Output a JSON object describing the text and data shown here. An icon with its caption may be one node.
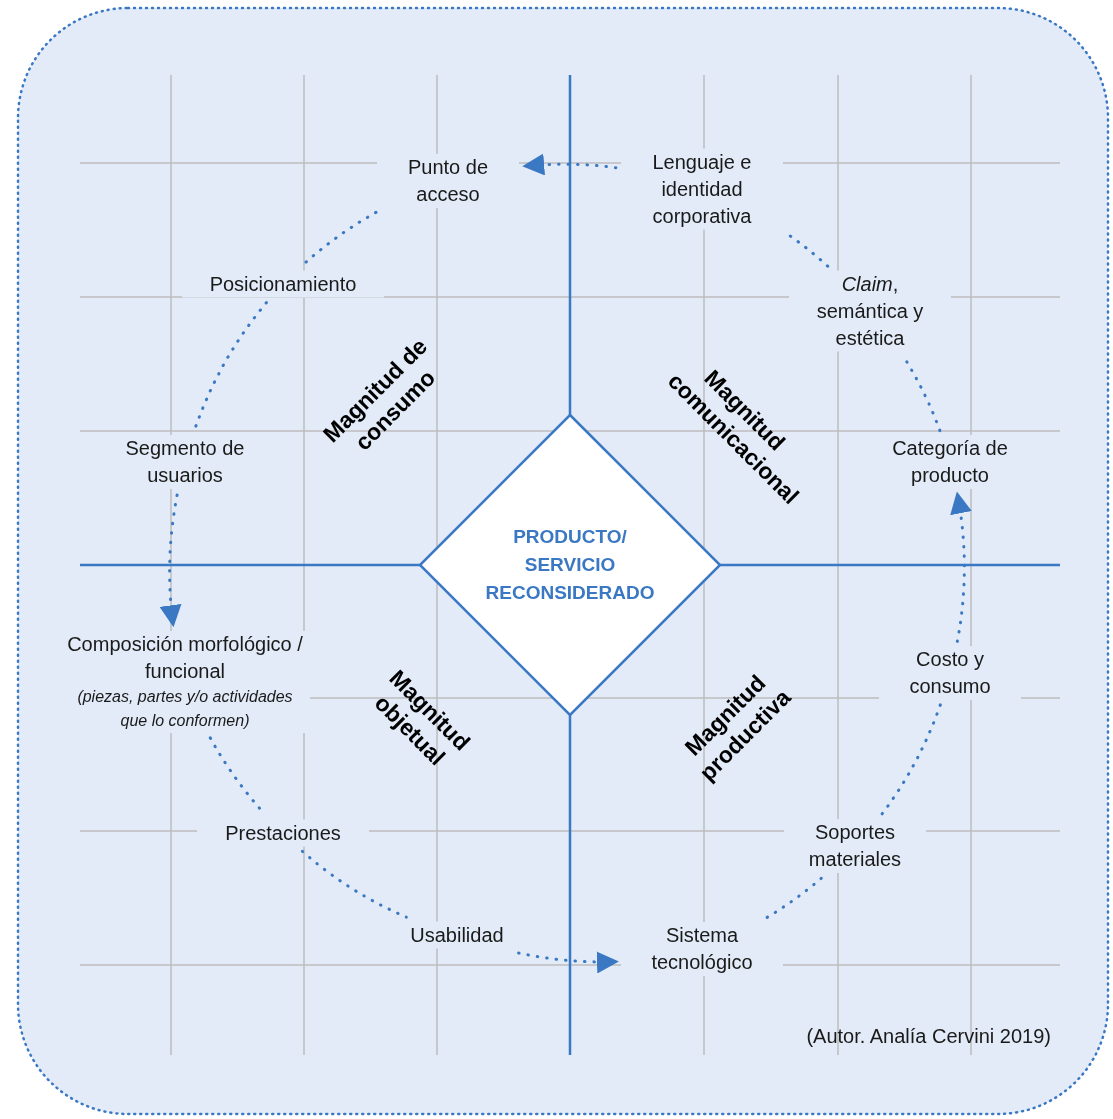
{
  "diagram": {
    "nodes": [
      {
        "text": [
          "Punto de acceso"
        ]
      },
      {
        "text": [
          "Lenguaje e identidad corporativa"
        ]
      },
      {
        "text": [
          "*Claim*, semántica y estética"
        ]
      },
      {
        "text": [
          "Categoría de producto"
        ]
      },
      {
        "text": [
          "Costo y consumo"
        ]
      },
      {
        "text": [
          "Soportes materiales"
        ]
      },
      {
        "text": [
          "Sistema tecnológico"
        ]
      },
      {
        "text": [
          "Usabilidad"
        ]
      },
      {
        "text": [
          "Prestaciones"
        ]
      },
      {
        "text": [
          "Composición morfológico / funcional",
          "(piezas, partes y/o actividades que lo conformen)"
        ]
      },
      {
        "text": [
          "Segmento de usuarios"
        ]
      },
      {
        "text": [
          "Posicionamiento"
        ]
      },
      {
        "text": [
          "PRODUCTO/ SERVICIO RECONSIDERADO"
        ]
      }
    ],
    "edges": [
      {
        "from": 1,
        "to": 0,
        "arrow": "to"
      },
      {
        "from": 0,
        "to": 11,
        "arrow": "none"
      },
      {
        "from": 11,
        "to": 10,
        "arrow": "none"
      },
      {
        "from": 10,
        "to": 9,
        "arrow": "to"
      },
      {
        "from": 9,
        "to": 8,
        "arrow": "none"
      },
      {
        "from": 8,
        "to": 7,
        "arrow": "none"
      },
      {
        "from": 7,
        "to": 6,
        "arrow": "to"
      },
      {
        "from": 6,
        "to": 5,
        "arrow": "none"
      },
      {
        "from": 5,
        "to": 4,
        "arrow": "none"
      },
      {
        "from": 4,
        "to": 3,
        "arrow": "to"
      },
      {
        "from": 3,
        "to": 2,
        "arrow": "none"
      },
      {
        "from": 2,
        "to": 1,
        "arrow": "none"
      }
    ],
    "labels": [
      "Magnitud de consumo",
      "Magnitud comunicacional",
      "Magnitud objetual",
      "Magnitud productiva",
      "(Autor. Analía Cervini 2019)"
    ]
  }
}
